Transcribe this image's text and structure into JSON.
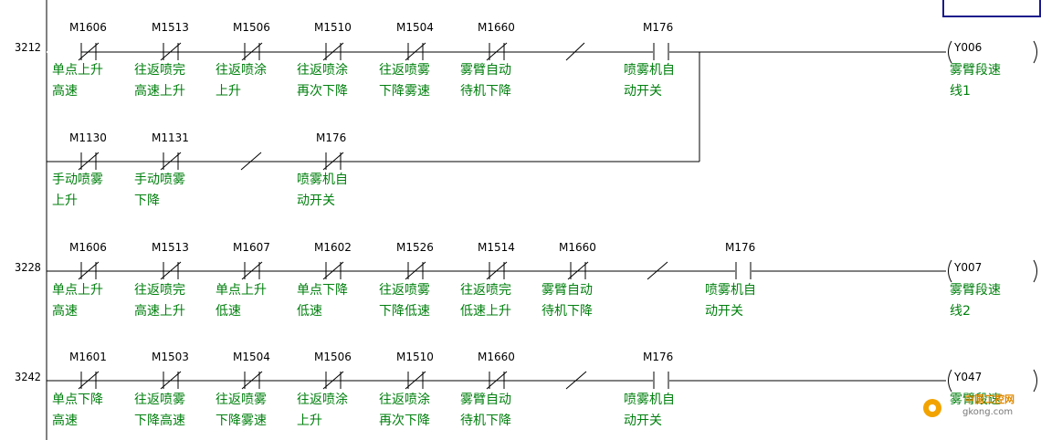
{
  "rungs": [
    {
      "address": "3212",
      "contacts": [
        {
          "device": "M1606",
          "type": "nc",
          "comment": [
            "单点上升",
            "高速"
          ]
        },
        {
          "device": "M1513",
          "type": "nc",
          "comment": [
            "往返喷完",
            "高速上升"
          ]
        },
        {
          "device": "M1506",
          "type": "nc",
          "comment": [
            "往返喷涂",
            "上升"
          ]
        },
        {
          "device": "M1510",
          "type": "nc",
          "comment": [
            "往返喷涂",
            "再次下降"
          ]
        },
        {
          "device": "M1504",
          "type": "nc",
          "comment": [
            "往返喷雾",
            "下降雾速"
          ]
        },
        {
          "device": "M1660",
          "type": "nc",
          "comment": [
            "雾臂自动",
            "待机下降"
          ]
        },
        {
          "device": "",
          "type": "break",
          "comment": []
        },
        {
          "device": "M176",
          "type": "no",
          "comment": [
            "喷雾机自",
            "动开关"
          ]
        }
      ],
      "branch": [
        {
          "device": "M1130",
          "type": "nc",
          "comment": [
            "手动喷雾",
            "上升"
          ]
        },
        {
          "device": "M1131",
          "type": "nc",
          "comment": [
            "手动喷雾",
            "下降"
          ]
        },
        {
          "device": "",
          "type": "break",
          "comment": []
        },
        {
          "device": "M176",
          "type": "no",
          "comment": [
            "喷雾机自",
            "动开关"
          ]
        }
      ],
      "coil": {
        "device": "Y006",
        "comment": [
          "雾臂段速",
          "线1"
        ]
      }
    },
    {
      "address": "3228",
      "contacts": [
        {
          "device": "M1606",
          "type": "nc",
          "comment": [
            "单点上升",
            "高速"
          ]
        },
        {
          "device": "M1513",
          "type": "nc",
          "comment": [
            "往返喷完",
            "高速上升"
          ]
        },
        {
          "device": "M1607",
          "type": "nc",
          "comment": [
            "单点上升",
            "低速"
          ]
        },
        {
          "device": "M1602",
          "type": "nc",
          "comment": [
            "单点下降",
            "低速"
          ]
        },
        {
          "device": "M1526",
          "type": "nc",
          "comment": [
            "往返喷雾",
            "下降低速"
          ]
        },
        {
          "device": "M1514",
          "type": "nc",
          "comment": [
            "往返喷完",
            "低速上升"
          ]
        },
        {
          "device": "M1660",
          "type": "nc",
          "comment": [
            "雾臂自动",
            "待机下降"
          ]
        },
        {
          "device": "",
          "type": "break",
          "comment": []
        },
        {
          "device": "M176",
          "type": "no",
          "comment": [
            "喷雾机自",
            "动开关"
          ]
        }
      ],
      "coil": {
        "device": "Y007",
        "comment": [
          "雾臂段速",
          "线2"
        ]
      }
    },
    {
      "address": "3242",
      "contacts": [
        {
          "device": "M1601",
          "type": "nc",
          "comment": [
            "单点下降",
            "高速"
          ]
        },
        {
          "device": "M1503",
          "type": "nc",
          "comment": [
            "往返喷雾",
            "下降高速"
          ]
        },
        {
          "device": "M1504",
          "type": "nc",
          "comment": [
            "往返喷雾",
            "下降雾速"
          ]
        },
        {
          "device": "M1506",
          "type": "nc",
          "comment": [
            "往返喷涂",
            "上升"
          ]
        },
        {
          "device": "M1510",
          "type": "nc",
          "comment": [
            "往返喷涂",
            "再次下降"
          ]
        },
        {
          "device": "M1660",
          "type": "nc",
          "comment": [
            "雾臂自动",
            "待机下降"
          ]
        },
        {
          "device": "",
          "type": "break",
          "comment": []
        },
        {
          "device": "M176",
          "type": "no",
          "comment": [
            "喷雾机自",
            "动开关"
          ]
        }
      ],
      "coil": {
        "device": "Y047",
        "comment": [
          "雾臂段速",
          ""
        ]
      }
    }
  ],
  "watermark": {
    "logo_text": "中国工控网",
    "url": "gkong.com"
  },
  "colors": {
    "wire": "#000000",
    "comment": "#00800e",
    "background": "#ffffff",
    "selection_box": "#1a1a8c"
  }
}
